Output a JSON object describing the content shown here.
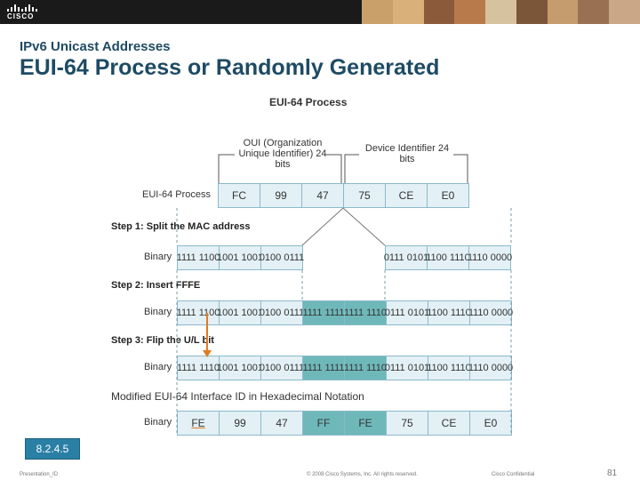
{
  "header": {
    "logo_text": "CISCO",
    "photo_colors": [
      "#caa06a",
      "#d9b07a",
      "#8a5a3a",
      "#b87a4a",
      "#d7c2a0",
      "#7b5638",
      "#c59c6e",
      "#9a7052",
      "#caa887"
    ]
  },
  "slide": {
    "subtitle": "IPv6 Unicast Addresses",
    "title": "EUI-64 Process or Randomly Generated"
  },
  "diagram": {
    "heading": "EUI-64 Process",
    "oui_label": "OUI (Organization Unique Identifier) 24 bits",
    "device_label": "Device Identifier 24 bits",
    "eui_row_label": "EUI-64 Process",
    "mac_bytes": [
      "FC",
      "99",
      "47",
      "75",
      "CE",
      "E0"
    ],
    "step1": "Step 1: Split the MAC address",
    "step2": "Step 2: Insert FFFE",
    "step3": "Step 3: Flip the U/L bit",
    "binary_label": "Binary",
    "split_left": [
      "1111 1100",
      "1001 1001",
      "0100 0111"
    ],
    "split_right": [
      "0111 0101",
      "1100 1110",
      "1110 0000"
    ],
    "fffe_row": [
      "1111 1100",
      "1001 1001",
      "0100 0111",
      "1111 1111",
      "1111 1110",
      "0111 0101",
      "1100 1110",
      "1110 0000"
    ],
    "flip_row": [
      "1111 1110",
      "1001 1001",
      "0100 0111",
      "1111 1111",
      "1111 1110",
      "0111 0101",
      "1100 1110",
      "1110 0000"
    ],
    "modified_heading": "Modified EUI-64 Interface ID in Hexadecimal Notation",
    "final_hex": [
      "FE",
      "99",
      "47",
      "FF",
      "FE",
      "75",
      "CE",
      "E0"
    ],
    "flip_color": "#e07b22"
  },
  "footer": {
    "badge": "8.2.4.5",
    "left": "Presentation_ID",
    "center": "© 2008 Cisco Systems, Inc. All rights reserved.",
    "right": "Cisco Confidential",
    "page": "81"
  }
}
